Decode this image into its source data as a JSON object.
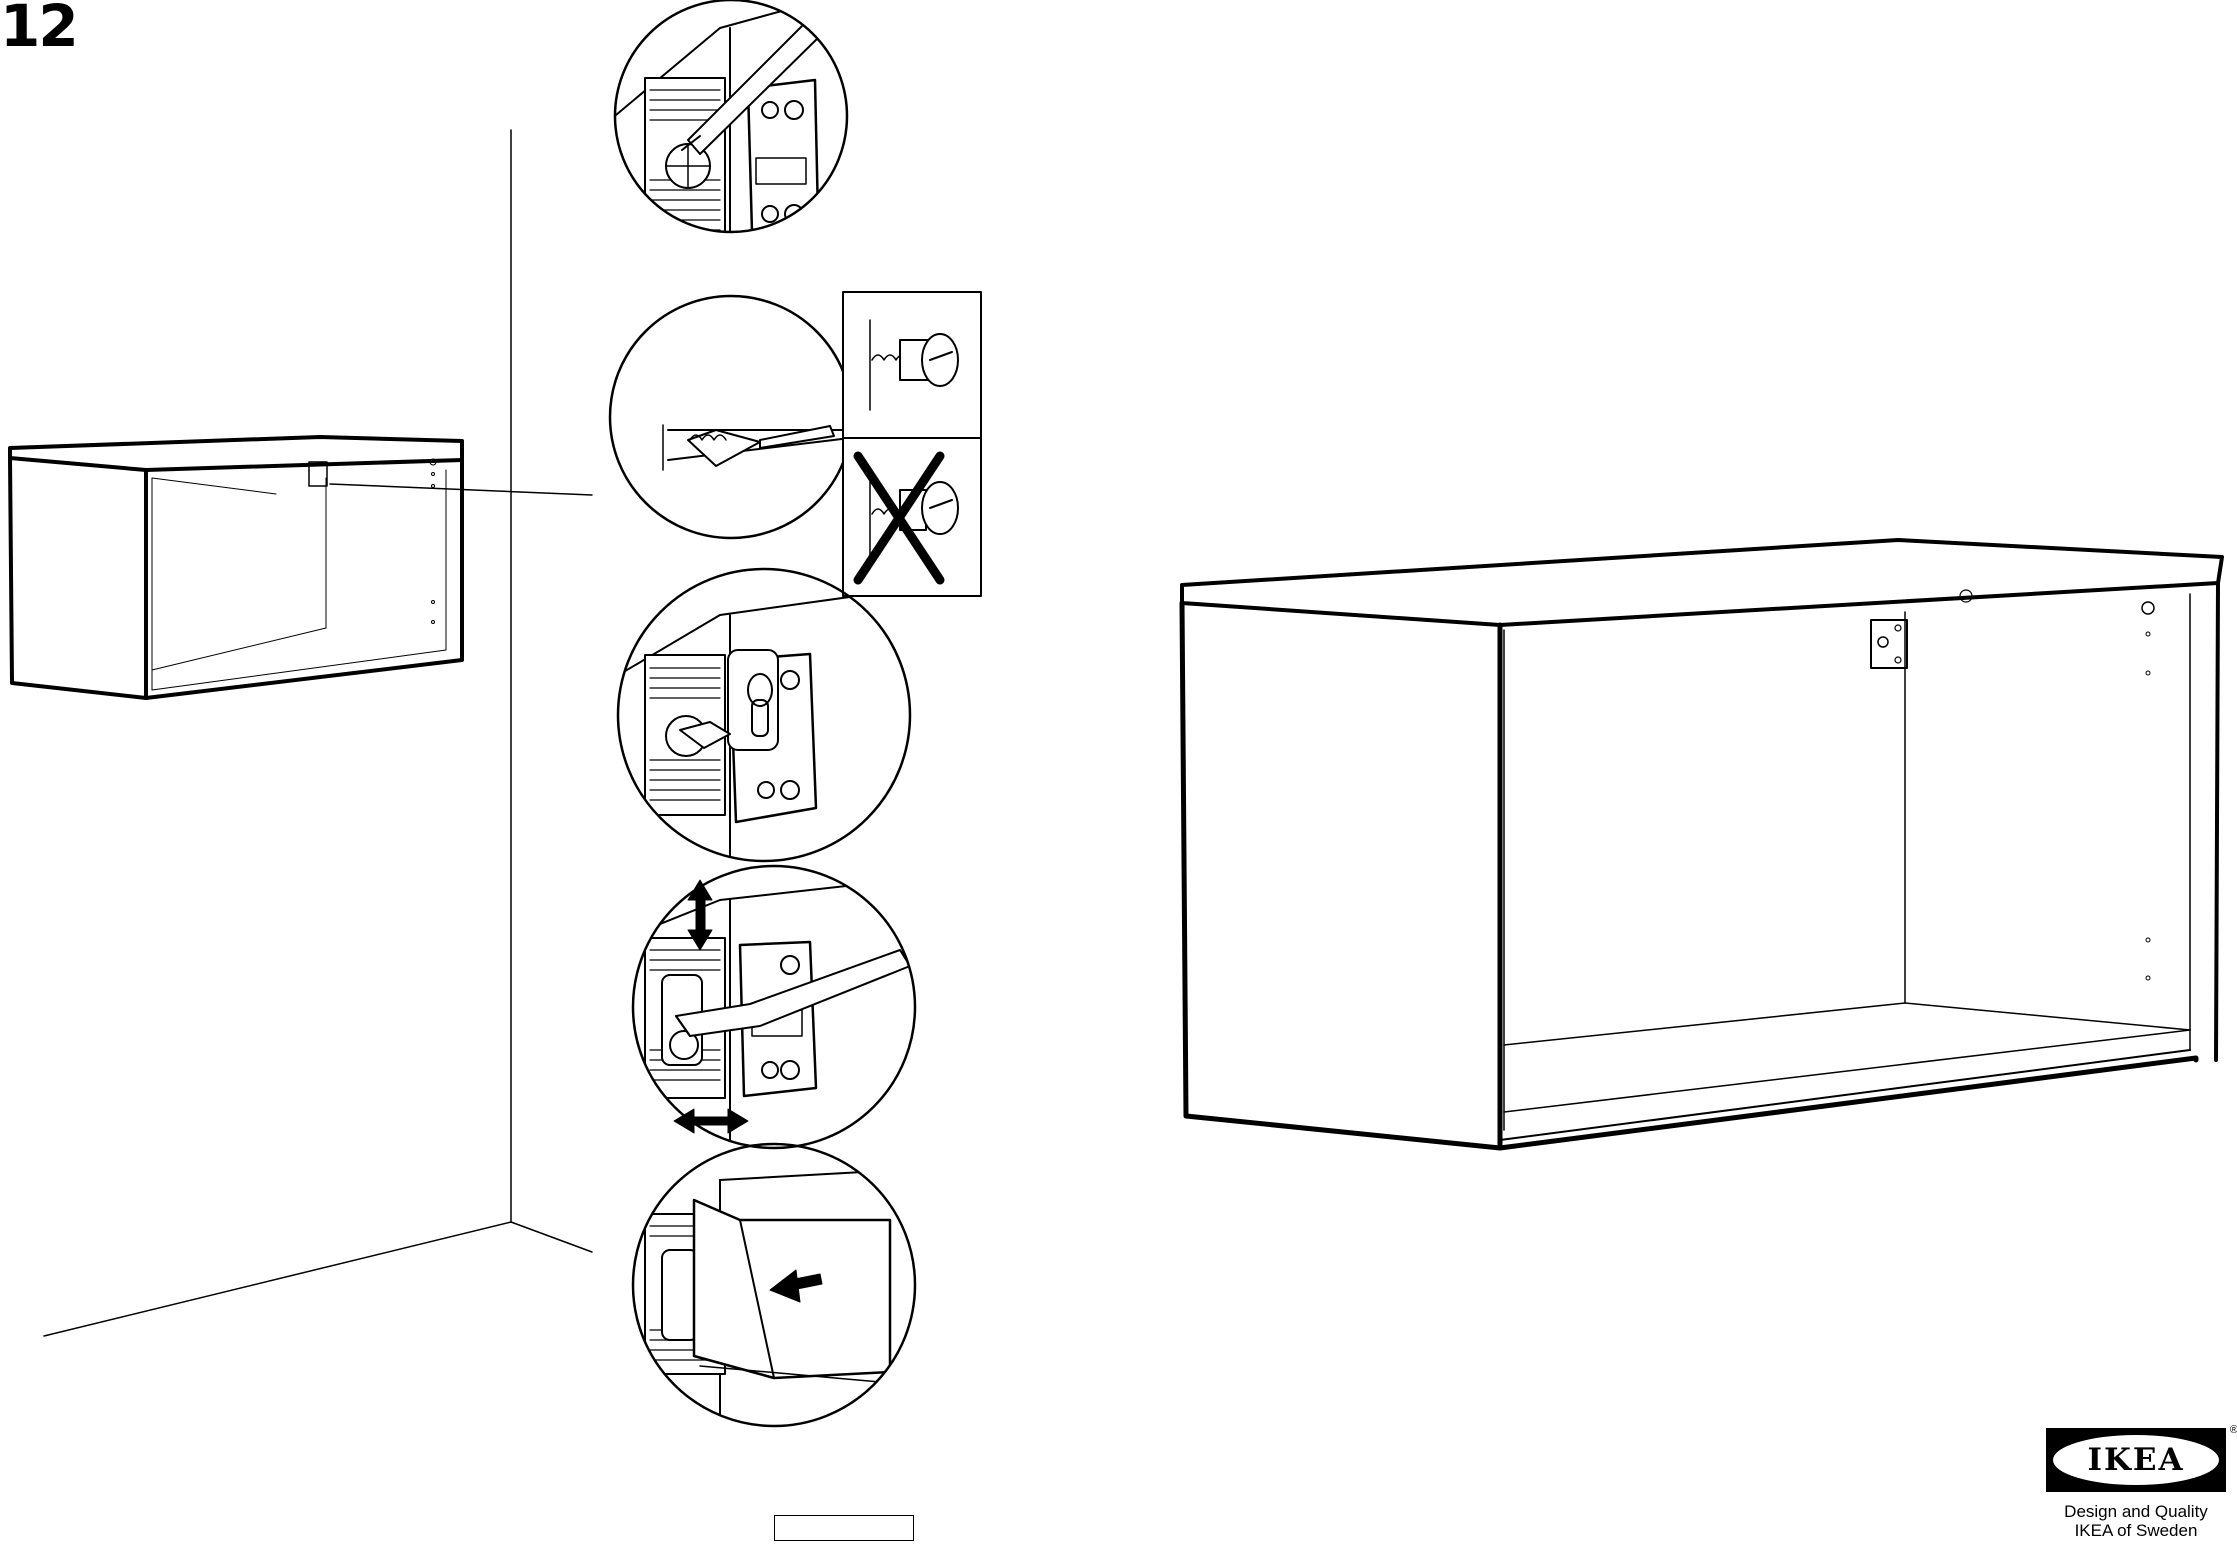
{
  "step": {
    "number": "12"
  },
  "brand": {
    "logo_text": "IKEA",
    "registered_mark": "®",
    "tagline_line1": "Design and Quality",
    "tagline_line2": "IKEA of Sweden"
  },
  "icons": {
    "scene": "cabinet-wall-mounting-scene",
    "detail_1": "pencil-marking-bracket-icon",
    "detail_2": "screw-into-plug-icon",
    "detail_3": "bracket-on-screw-icon",
    "detail_4": "screwdriver-adjust-icon",
    "detail_5": "cover-cap-icon",
    "correct": "correct-screw-depth-icon",
    "incorrect": "wrong-screw-depth-x-icon"
  },
  "colors": {
    "ink": "#000000",
    "paper": "#ffffff"
  }
}
